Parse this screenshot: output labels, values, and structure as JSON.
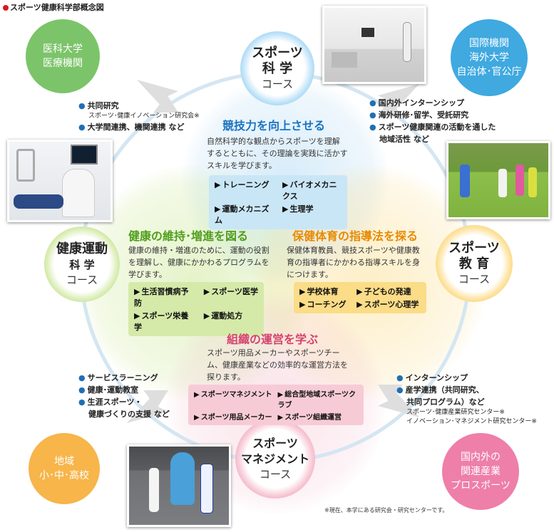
{
  "title": "スポーツ健康科学部概念図",
  "courses": {
    "science": {
      "line1": "スポーツ",
      "line2": "科 学",
      "line3": "コース"
    },
    "health": {
      "line1": "健康運動",
      "line2": "科 学",
      "line3": "コース"
    },
    "education": {
      "line1": "スポーツ",
      "line2": "教 育",
      "line3": "コース"
    },
    "management": {
      "line1": "スポーツ",
      "line2": "マネジメント",
      "line3": "コース"
    }
  },
  "outer": {
    "top_left": {
      "line1": "医科大学",
      "line2": "医療機関"
    },
    "top_right": {
      "line1": "国際機関",
      "line2": "海外大学",
      "line3": "自治体･官公庁"
    },
    "bottom_left": {
      "line1": "地域",
      "line2": "小･中･高校"
    },
    "bottom_right": {
      "line1": "国内外の",
      "line2": "関連産業",
      "line3": "プロスポーツ"
    }
  },
  "sections": {
    "science": {
      "heading": "競技力を向上させる",
      "desc": [
        "自然科学的な観点からスポーツを理解",
        "するとともに、その理論を実践に活かす",
        "スキルを学びます。"
      ],
      "keywords": [
        "トレーニング",
        "バイオメカニクス",
        "運動メカニズム",
        "生理学"
      ]
    },
    "health": {
      "heading": "健康の維持･増進を図る",
      "desc": [
        "健康の維持・増進のために、運動の役割",
        "を理解し、健康にかかわるプログラムを",
        "学びます。"
      ],
      "keywords": [
        "生活習慣病予防",
        "スポーツ医学",
        "スポーツ栄養学",
        "運動処方"
      ]
    },
    "education": {
      "heading": "保健体育の指導法を探る",
      "desc": [
        "保健体育教員、競技スポーツや健康教",
        "育の指導者にかかわる指導スキルを身",
        "につけます。"
      ],
      "keywords": [
        "学校体育",
        "子どもの発達",
        "コーチング",
        "スポーツ心理学"
      ]
    },
    "management": {
      "heading": "組織の運営を学ぶ",
      "desc": [
        "スポーツ用品メーカーやスポーツチー",
        "ム、健康産業などの効率的な運営方法を",
        "探ります。"
      ],
      "keywords": [
        "スポーツマネジメント",
        "総合型地域スポーツクラブ",
        "スポーツ用品メーカー",
        "スポーツ組織運営"
      ]
    }
  },
  "lists": {
    "top_left": {
      "item1": "共同研究",
      "item1_sub": "スポーツ･健康イノベーション研究会※",
      "item2": "大学間連携、機関連携 など"
    },
    "top_right": {
      "item1": "国内外インターンシップ",
      "item2": "海外研修･留学、受託研究",
      "item3": "スポーツ健康関連の活動を通した",
      "item3_cont": "地域活性 など"
    },
    "bottom_left": {
      "item1": "サービスラーニング",
      "item2": "健康･運動教室",
      "item3": "生涯スポーツ・",
      "item3_cont": "健康づくりの支援 など"
    },
    "bottom_right": {
      "item1": "インターンシップ",
      "item2": "産学連携（共同研究、",
      "item2_cont": "共同プログラム）など",
      "sub1": "スポーツ･健康産業研究センター※",
      "sub2": "イノベーション･マネジメント研究センター※"
    }
  },
  "footnote": "※現在、本学にある研究会・研究センターです。",
  "colors": {
    "science": "#4aa8e0",
    "health": "#8cc63f",
    "education": "#f6b21a",
    "management": "#e86a8e",
    "outer_green": "#7cc46a",
    "outer_blue": "#3fa9e0",
    "outer_orange": "#f7b54a",
    "outer_pink": "#ee7fa8"
  }
}
